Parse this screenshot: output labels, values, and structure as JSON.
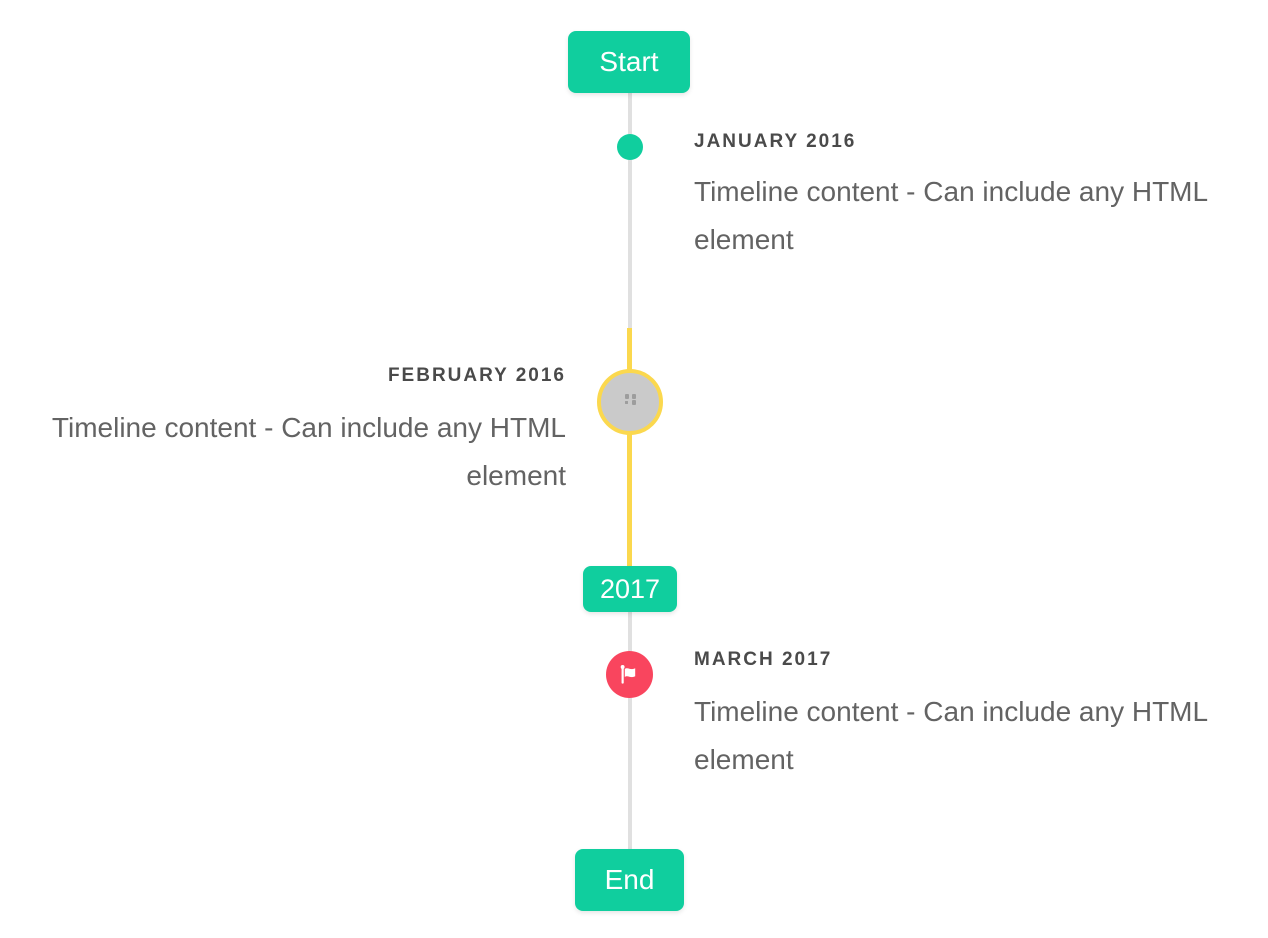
{
  "colors": {
    "accent_teal": "#10ce9e",
    "period_yellow": "#fbd84e",
    "flag_red": "#f9455e",
    "line_gray": "#e0e0e0",
    "bullet_gray": "#cacaca",
    "title_text": "#4a4a4a",
    "body_text": "#636363",
    "label_text": "#ffffff"
  },
  "timeline": {
    "start_label": "Start",
    "end_label": "End",
    "year_badge_label": "2017",
    "events": [
      {
        "title": "JANUARY 2016",
        "content": "Timeline content - Can include any HTML element",
        "side": "right",
        "marker": "teal-dot"
      },
      {
        "title": "FEBRUARY 2016",
        "content": "Timeline content - Can include any HTML element",
        "side": "left",
        "marker": "image-bullet-yellow-period"
      },
      {
        "title": "MARCH 2017",
        "content": "Timeline content - Can include any HTML element",
        "side": "right",
        "marker": "red-flag-badge"
      }
    ]
  }
}
